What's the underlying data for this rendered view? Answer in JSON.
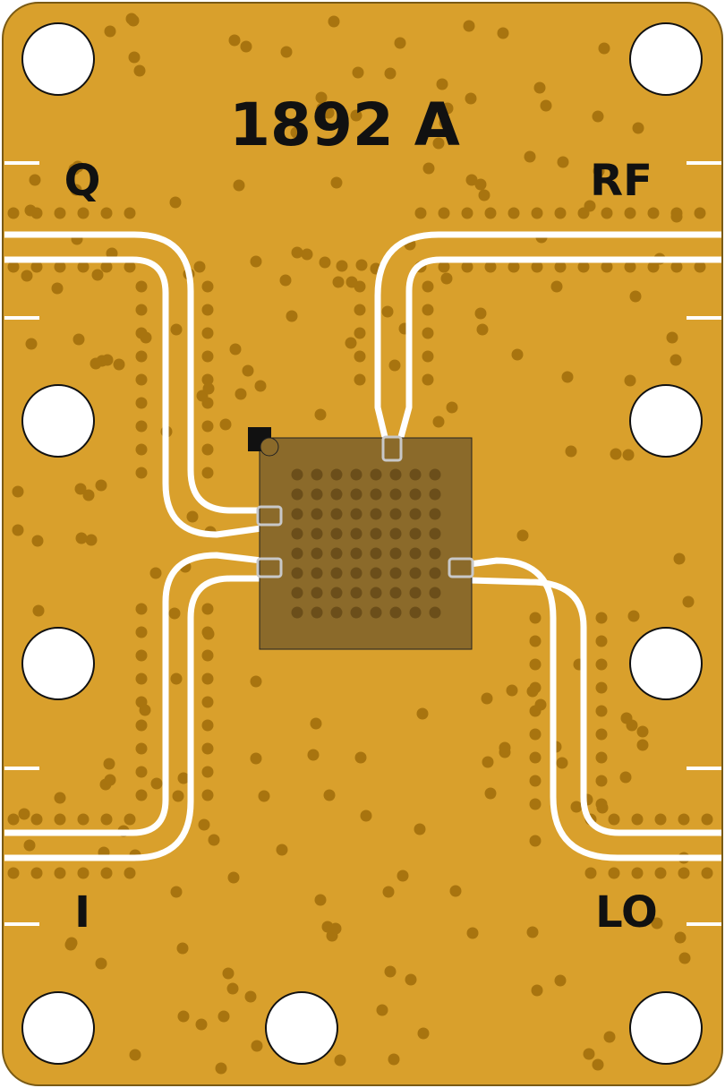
{
  "board": {
    "part_number": "1892 A",
    "colors": {
      "substrate": "#d9a02c",
      "outline": "#7a5a14",
      "trace": "#ffffff",
      "via": "#a8740f",
      "chip_body": "#8b6a2a",
      "chip_ball": "#6b4e1a",
      "pad_outline": "#c8c8c8",
      "pin1_marker": "#111111"
    }
  },
  "ports": {
    "q": "Q",
    "rf": "RF",
    "i": "I",
    "lo": "LO"
  },
  "chip": {
    "ball_rows": 8,
    "ball_cols": 8
  }
}
